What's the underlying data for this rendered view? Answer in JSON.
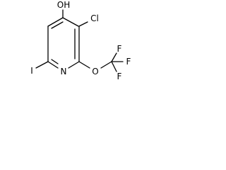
{
  "molecule": {
    "labels": {
      "oh": "OH",
      "cl": "Cl",
      "i": "I",
      "n": "N",
      "o": "O",
      "f_top": "F",
      "f_right": "F",
      "f_bottom": "F"
    }
  }
}
